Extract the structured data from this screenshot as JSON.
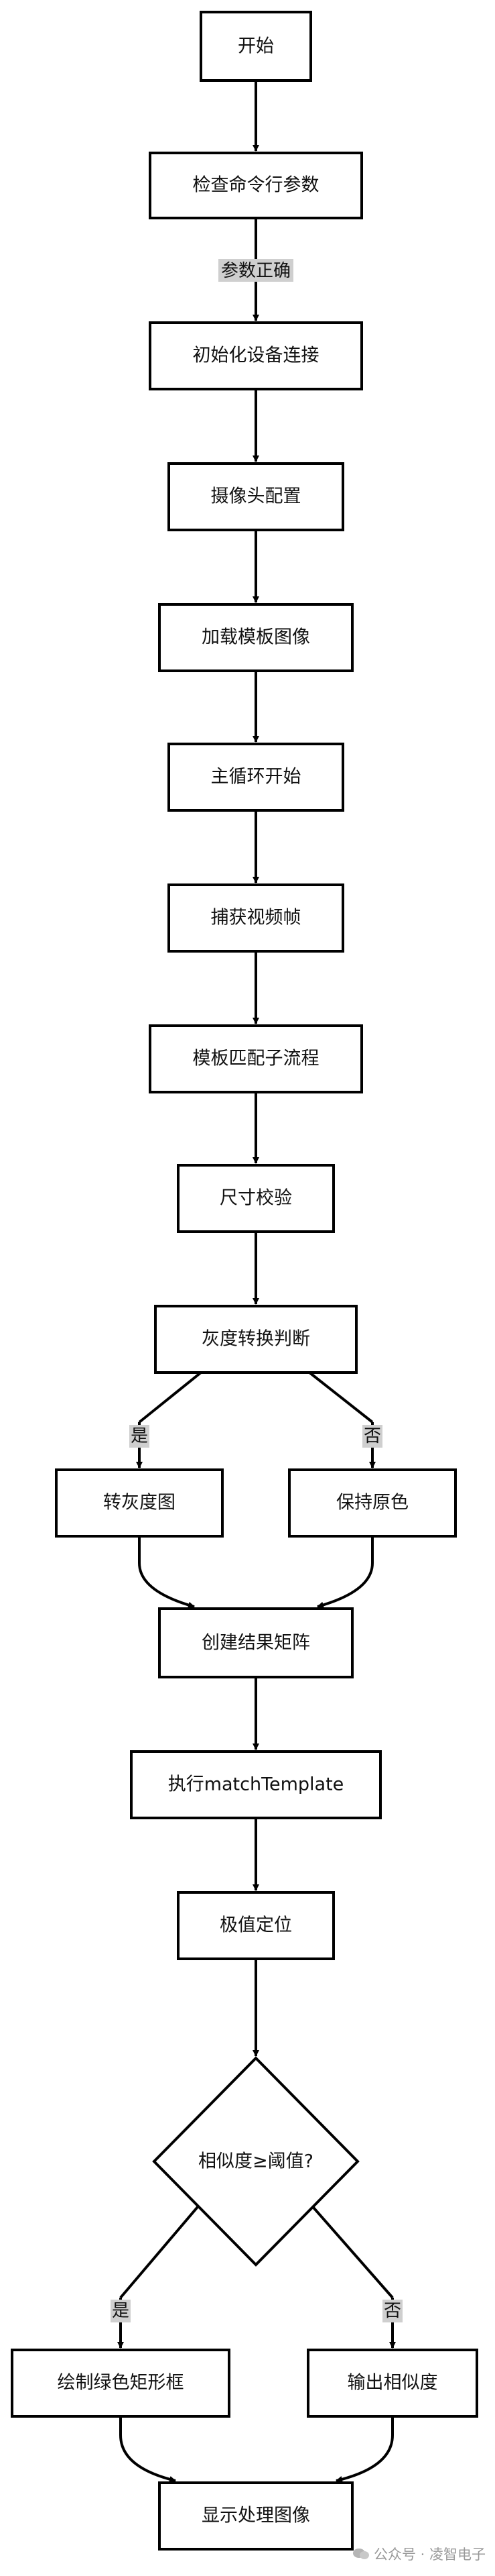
{
  "nodes": {
    "start": "开始",
    "check_args": "检查命令行参数",
    "init_device": "初始化设备连接",
    "camera_config": "摄像头配置",
    "load_template": "加载模板图像",
    "main_loop": "主循环开始",
    "capture_frame": "捕获视频帧",
    "template_match_flow": "模板匹配子流程",
    "size_check": "尺寸校验",
    "gray_decision": "灰度转换判断",
    "to_gray": "转灰度图",
    "keep_color": "保持原色",
    "create_result": "创建结果矩阵",
    "run_match": "执行matchTemplate",
    "locate_extreme": "极值定位",
    "similarity_decision": "相似度≥阈值?",
    "draw_rect": "绘制绿色矩形框",
    "output_similarity": "输出相似度",
    "show_image": "显示处理图像"
  },
  "edge_labels": {
    "args_ok": "参数正确",
    "gray_yes": "是",
    "gray_no": "否",
    "sim_yes": "是",
    "sim_no": "否"
  },
  "watermark": "公众号 · 凌智电子",
  "colors": {
    "stroke": "#000000",
    "label_bg": "#cfcfcf",
    "watermark": "#9a9a9a"
  }
}
